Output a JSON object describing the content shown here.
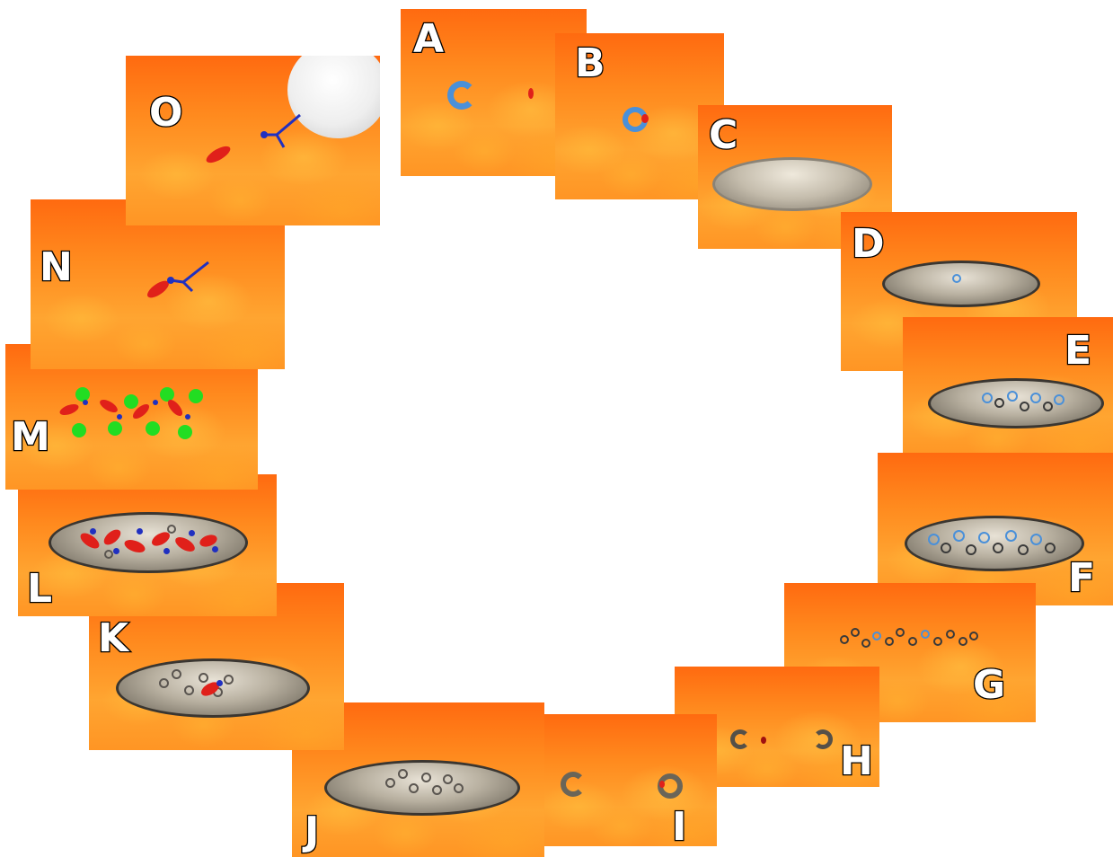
{
  "panels": [
    {
      "id": "A",
      "label": "A"
    },
    {
      "id": "B",
      "label": "B"
    },
    {
      "id": "C",
      "label": "C"
    },
    {
      "id": "D",
      "label": "D"
    },
    {
      "id": "E",
      "label": "E"
    },
    {
      "id": "F",
      "label": "F"
    },
    {
      "id": "G",
      "label": "G"
    },
    {
      "id": "H",
      "label": "H"
    },
    {
      "id": "I",
      "label": "I"
    },
    {
      "id": "J",
      "label": "J"
    },
    {
      "id": "K",
      "label": "K"
    },
    {
      "id": "L",
      "label": "L"
    },
    {
      "id": "M",
      "label": "M"
    },
    {
      "id": "N",
      "label": "N"
    },
    {
      "id": "O",
      "label": "O"
    }
  ],
  "colors": {
    "background": "#ff8a1e",
    "label_fill": "#ffffff",
    "label_stroke": "#000000",
    "protein_blue": "#4a90d9",
    "peptide_red": "#e0201a",
    "receptor_blue": "#2030c0",
    "tcell_green": "#22dd22",
    "capsule_gray": "#b8b0a0"
  }
}
